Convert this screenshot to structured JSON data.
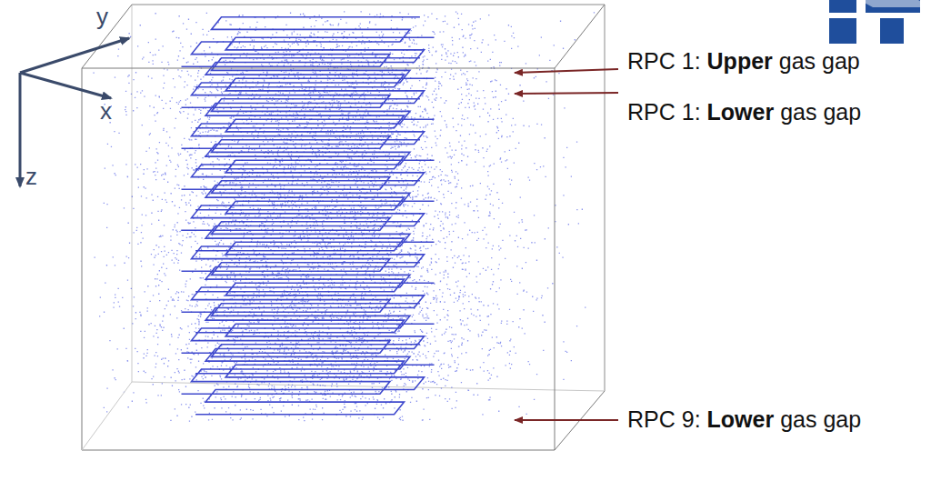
{
  "diagram": {
    "labels": [
      "y",
      "x",
      "z",
      "RPC 1: Upper gas gap",
      "RPC 1: Lower gas gap",
      "RPC 9: Lower gas gap"
    ]
  }
}
